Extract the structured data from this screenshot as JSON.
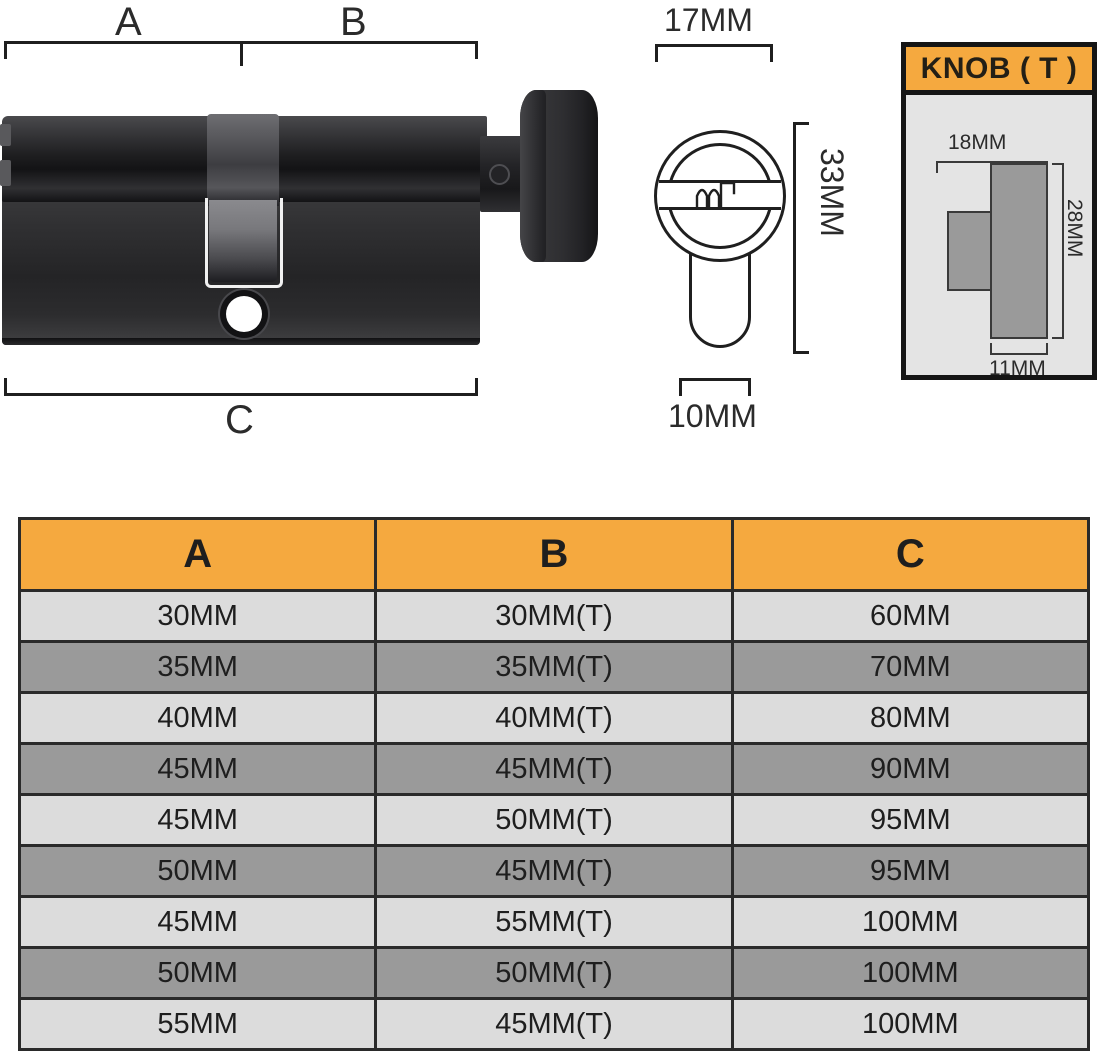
{
  "diagram": {
    "front_view": {
      "labels": {
        "a": "A",
        "b": "B",
        "c": "C"
      }
    },
    "side_view": {
      "width_label": "17MM",
      "height_label": "33MM",
      "shaft_label": "10MM"
    },
    "knob_panel": {
      "title": "KNOB ( T )",
      "width_label": "18MM",
      "height_label": "28MM",
      "stem_label": "11MM"
    }
  },
  "colors": {
    "accent_orange": "#f5a93f",
    "row_light": "#dcdcdc",
    "row_dark": "#9a9a9a",
    "border_dark": "#2a2a2a",
    "knob_shape": "#9a9a9a"
  },
  "table": {
    "headers": [
      "A",
      "B",
      "C"
    ],
    "rows": [
      [
        "30MM",
        "30MM(T)",
        "60MM"
      ],
      [
        "35MM",
        "35MM(T)",
        "70MM"
      ],
      [
        "40MM",
        "40MM(T)",
        "80MM"
      ],
      [
        "45MM",
        "45MM(T)",
        "90MM"
      ],
      [
        "45MM",
        "50MM(T)",
        "95MM"
      ],
      [
        "50MM",
        "45MM(T)",
        "95MM"
      ],
      [
        "45MM",
        "55MM(T)",
        "100MM"
      ],
      [
        "50MM",
        "50MM(T)",
        "100MM"
      ],
      [
        "55MM",
        "45MM(T)",
        "100MM"
      ]
    ]
  }
}
